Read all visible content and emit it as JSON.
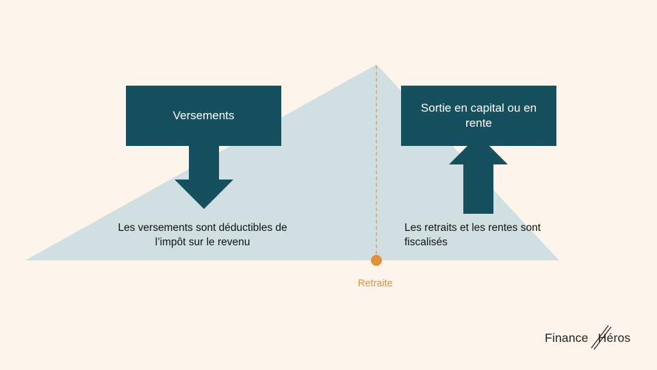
{
  "diagram": {
    "left_box": {
      "label": "Versements"
    },
    "right_box": {
      "label": "Sortie en capital ou en rente"
    },
    "left_caption": {
      "line1": "Les versements sont déductibles de",
      "line2": "l’impôt sur le revenu"
    },
    "right_caption": {
      "line1": "Les retraits et les rentes sont",
      "line2": "fiscalisés"
    },
    "milestone": {
      "label": "Retraite"
    }
  },
  "logo": {
    "part1": "Finance",
    "part2": "Héros"
  },
  "colors": {
    "background": "#fdf5ec",
    "triangle": "#d0dfe2",
    "box": "#16505e",
    "accent": "#e0903d"
  }
}
